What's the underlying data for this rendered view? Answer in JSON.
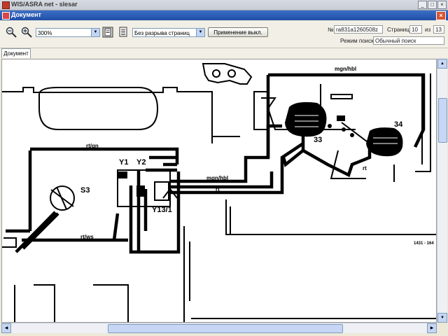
{
  "window": {
    "title": "WIS/ASRA net - slesar"
  },
  "document_window": {
    "title": "Документ"
  },
  "toolbar": {
    "zoom_value": "300%",
    "page_mode_value": "Без разрыва страниц",
    "apply_button": "Применение выкл.",
    "doc_no_label": "№",
    "doc_no_value": "ra831a1260508z",
    "page_label": "Страница",
    "page_value": "10",
    "of_label": "из",
    "page_total": "13",
    "search_mode_label": "Режим поиска",
    "search_mode_value": "Обычный поиск"
  },
  "tabs": [
    {
      "label": "Документ"
    }
  ],
  "diagram": {
    "labels": {
      "y1": "Y1",
      "y2": "Y2",
      "y13": "Y13/1",
      "s3": "S3",
      "n33": "33",
      "n34": "34",
      "w_rtgn": "rt/gn",
      "w_mgnhbl": "mgn/hbl",
      "w_mgnhbl2": "mgn/hbl",
      "w_rtws": "rt/ws",
      "w_rt": "rt",
      "w_rt2": "rt",
      "ref": "1431 - 164"
    }
  },
  "icons": {
    "zoom_out": "zoom-out-icon",
    "zoom_in": "zoom-in-icon",
    "doc1": "document-icon",
    "doc2": "print-icon"
  }
}
